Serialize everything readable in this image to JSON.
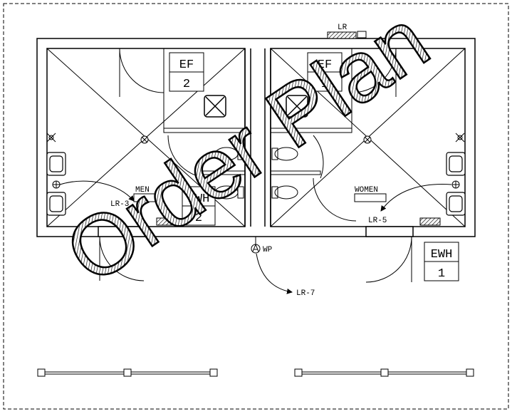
{
  "labels": {
    "lr_top": "LR",
    "ef_left": "EF",
    "ef_left_num": "2",
    "ef_right": "EF",
    "ef_right_num": "1",
    "men": "MEN",
    "women": "WOMEN",
    "lr3": "LR-3",
    "lr5": "LR-5",
    "lr7": "LR-7",
    "wp": "WP",
    "ewh_left": "EWH",
    "ewh_left_num": "2",
    "ewh_right": "EWH",
    "ewh_right_num": "1"
  },
  "watermark": {
    "text": "Order Plan",
    "color": "#000000"
  },
  "colors": {
    "line": "#000000",
    "background": "#ffffff"
  }
}
